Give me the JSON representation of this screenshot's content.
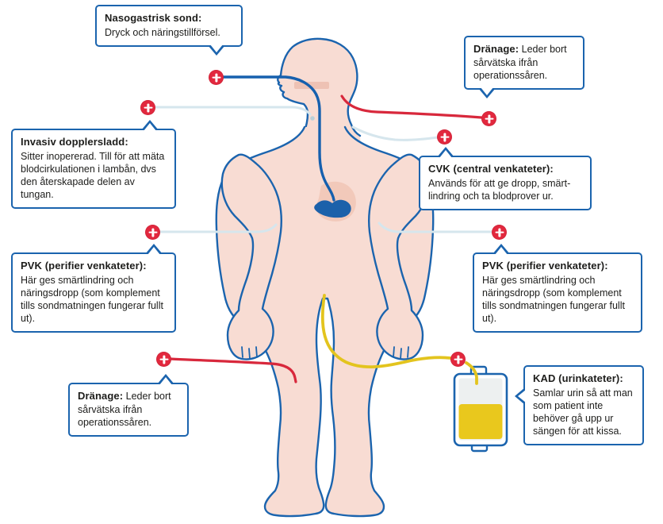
{
  "diagram": {
    "callouts": [
      {
        "title": "Nasogastrisk sond:",
        "body": "Dryck och näringstillförsel."
      },
      {
        "title": "Dränage:",
        "body": "Leder bort sårvätska ifrån operationssåren."
      },
      {
        "title": "Invasiv dopplersladd:",
        "body": "Sitter inopererad. Till för att mäta blodcirkulationen i lambån, dvs den återskapade delen av tungan."
      },
      {
        "title": "CVK (central venkateter):",
        "body": "Används för att ge dropp, smärt­lindring och ta blodprover ur."
      },
      {
        "title": "PVK (perifier venkateter):",
        "body": "Här ges smärtlindring och näringsdropp (som komple­ment tills sondmatningen fungerar fullt ut)."
      },
      {
        "title": "PVK (perifier venkateter):",
        "body": "Här ges smärtlindring och näringsdropp (som komple­ment tills sondmatningen fungerar fullt ut)."
      },
      {
        "title": "Dränage:",
        "body": "Leder bort sårvätska ifrån operationssåren."
      },
      {
        "title": "KAD (urinkateter):",
        "body": "Samlar urin så att man som patient inte behöver gå upp ur sängen för att kissa."
      }
    ],
    "icons": {
      "marker": "plus-icon",
      "figure": "patient-body-figure",
      "bag": "urine-bag-icon"
    },
    "colors": {
      "outline_blue": "#1b64ae",
      "skin": "#f8dcd3",
      "marker_red": "#e2283e",
      "tube_dark_blue": "#1660ae",
      "tube_light_blue": "#d6e6ed",
      "tube_red": "#d8283c",
      "tube_yellow": "#e3c41e",
      "stomach_blue": "#1c61aa",
      "urine_yellow": "#e9c81d"
    }
  }
}
